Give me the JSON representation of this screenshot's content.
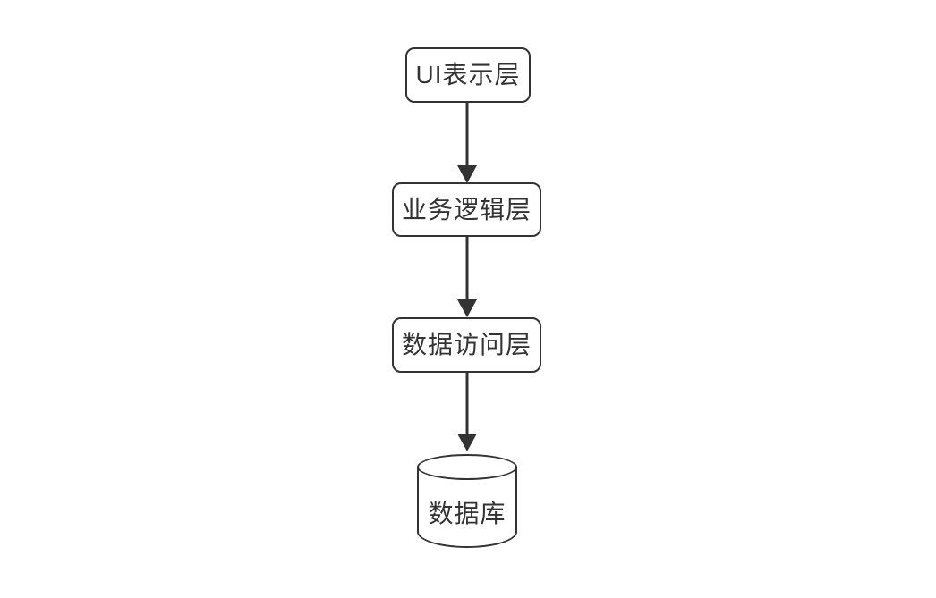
{
  "diagram": {
    "background_color": "#ffffff",
    "stroke_color": "#333333",
    "text_color": "#333333",
    "nodes": [
      {
        "id": "ui-layer",
        "label": "UI表示层",
        "shape": "rounded-rectangle"
      },
      {
        "id": "business-logic-layer",
        "label": "业务逻辑层",
        "shape": "rounded-rectangle"
      },
      {
        "id": "data-access-layer",
        "label": "数据访问层",
        "shape": "rounded-rectangle"
      },
      {
        "id": "database",
        "label": "数据库",
        "shape": "cylinder"
      }
    ],
    "edges": [
      {
        "from": "UI表示层",
        "to": "业务逻辑层",
        "style": "solid-arrow",
        "direction": "down"
      },
      {
        "from": "业务逻辑层",
        "to": "数据访问层",
        "style": "solid-arrow",
        "direction": "down"
      },
      {
        "from": "数据访问层",
        "to": "数据库",
        "style": "solid-arrow",
        "direction": "down"
      }
    ]
  }
}
